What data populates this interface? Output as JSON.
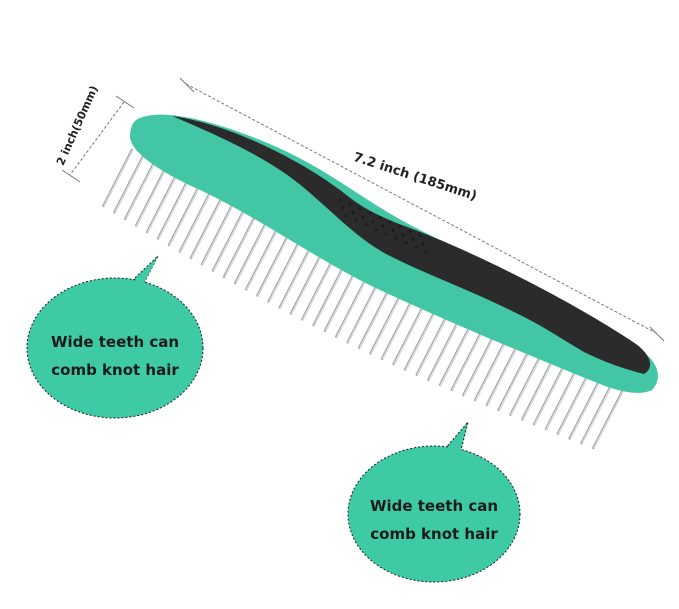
{
  "dimensions": {
    "length_label": "7.2 inch (185mm)",
    "width_label": "2 inch(50mm)"
  },
  "callouts": [
    {
      "line1": "Wide teeth can",
      "line2": "comb knot hair"
    },
    {
      "line1": "Wide teeth can",
      "line2": "comb knot hair"
    }
  ],
  "colors": {
    "handle_accent": "#43c6a6",
    "handle_dark": "#2b2b2b",
    "bubble_fill": "#3fcaa6",
    "teeth": "#b8bcc0",
    "dimension_line": "#777777"
  }
}
